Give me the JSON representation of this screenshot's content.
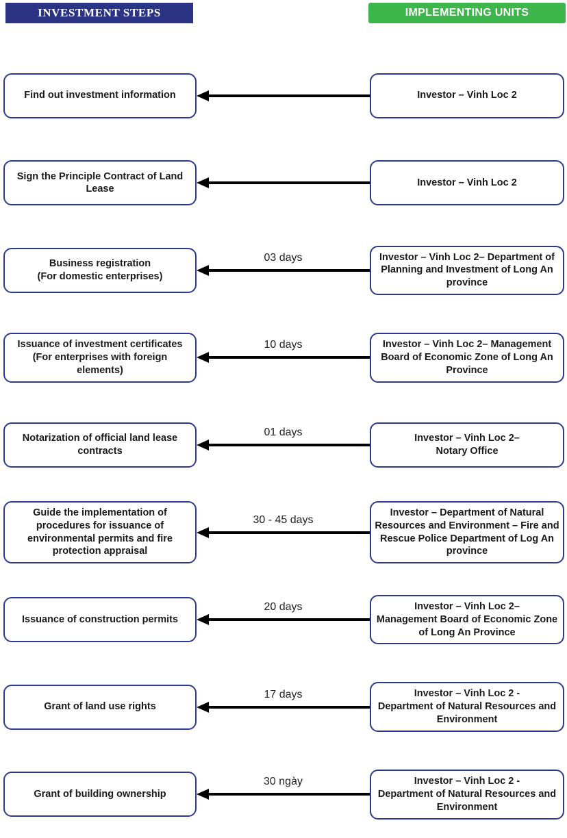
{
  "headers": {
    "left": "INVESTMENT STEPS",
    "right": "IMPLEMENTING UNITS",
    "left_bg": "#2b3384",
    "right_bg": "#3cb54a",
    "border_color": "#2b3990",
    "arrow_color": "#000000"
  },
  "rows": [
    {
      "step": "Find out investment information",
      "duration": "",
      "unit": "Investor – Vinh Loc 2"
    },
    {
      "step": "Sign the Principle Contract of Land Lease",
      "duration": "",
      "unit": "Investor – Vinh Loc 2"
    },
    {
      "step": "Business registration\n(For domestic enterprises)",
      "duration": "03 days",
      "unit": "Investor – Vinh Loc 2– Department of  Planning and Investment of Long An province"
    },
    {
      "step": "Issuance of investment certificates\n(For enterprises with foreign elements)",
      "duration": "10 days",
      "unit": "Investor – Vinh Loc 2– Management Board of Economic Zone of Long An Province"
    },
    {
      "step": "Notarization of official land lease contracts",
      "duration": "01 days",
      "unit": "Investor – Vinh Loc 2–\nNotary Office"
    },
    {
      "step": "Guide the implementation of procedures for issuance of environmental  permits and  fire protection appraisal",
      "duration": "30 - 45 days",
      "unit": "Investor – Department of Natural Resources and Environment – Fire and Rescue Police Department of Log An province"
    },
    {
      "step": "Issuance of construction permits",
      "duration": "20 days",
      "unit": "Investor – Vinh Loc 2–\nManagement Board of Economic Zone of Long An Province"
    },
    {
      "step": "Grant of land use rights",
      "duration": "17 days",
      "unit": "Investor – Vinh Loc 2 -\nDepartment of Natural Resources and Environment"
    },
    {
      "step": "Grant of building ownership",
      "duration": "30 ngày",
      "unit": "Investor – Vinh Loc 2 -\nDepartment of Natural Resources and Environment"
    }
  ]
}
